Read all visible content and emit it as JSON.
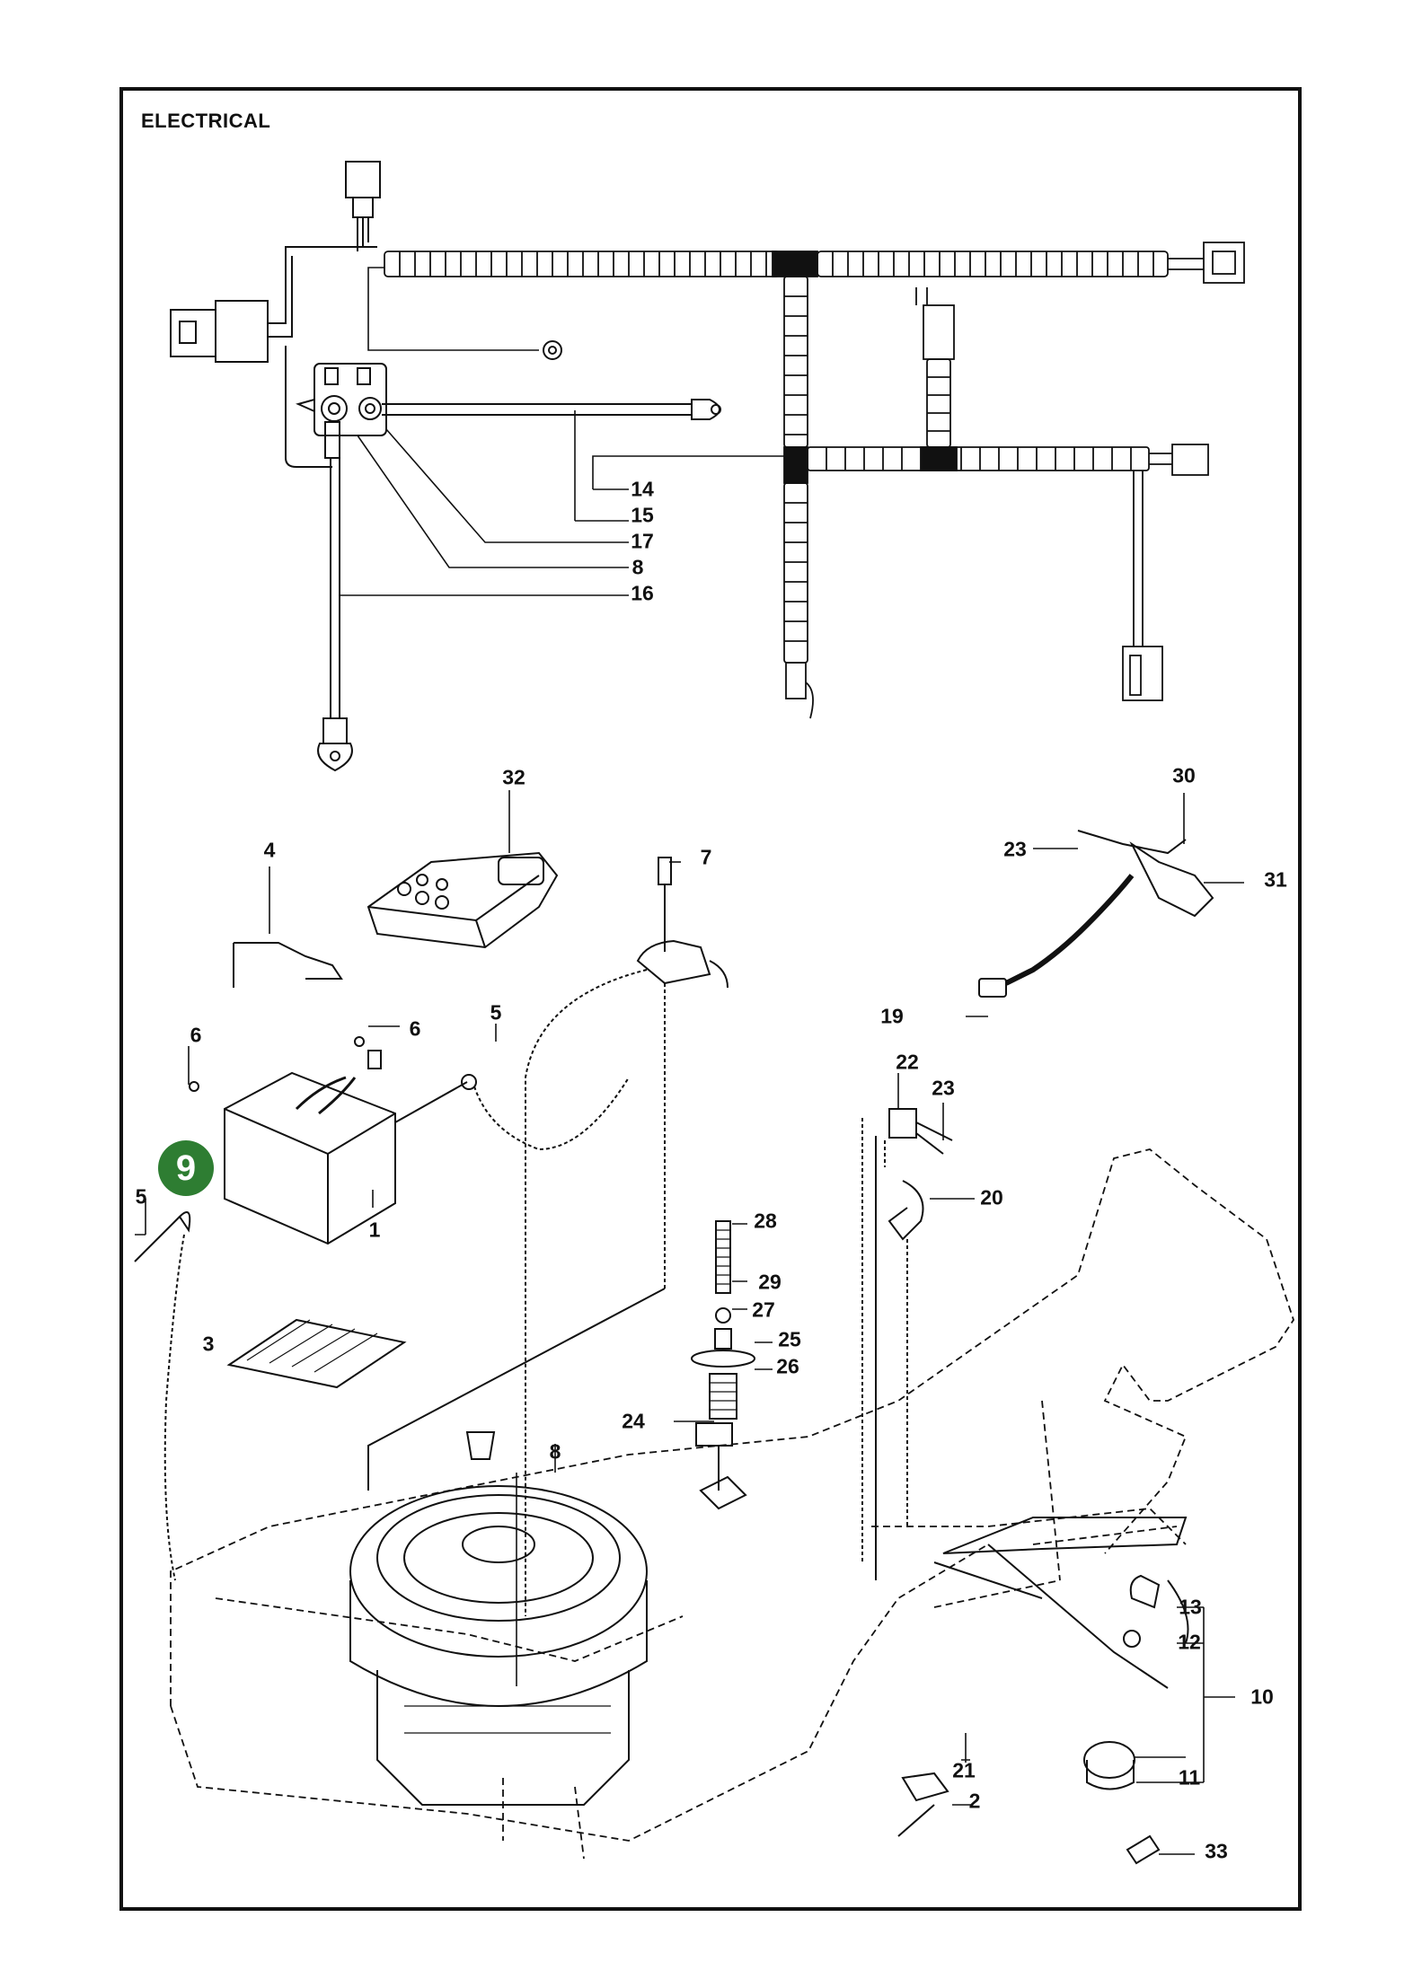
{
  "page": {
    "title": "ELECTRICAL",
    "highlight": {
      "label": "9",
      "color": "#2e7d32"
    }
  },
  "callouts": {
    "c1": "1",
    "c2": "2",
    "c3": "3",
    "c4": "4",
    "c5a": "5",
    "c5b": "5",
    "c6a": "6",
    "c6b": "6",
    "c7": "7",
    "c8a": "8",
    "c8b": "8",
    "c10": "10",
    "c11": "11",
    "c12": "12",
    "c13": "13",
    "c14": "14",
    "c15": "15",
    "c16": "16",
    "c17": "17",
    "c19": "19",
    "c20": "20",
    "c21": "21",
    "c22": "22",
    "c23a": "23",
    "c23b": "23",
    "c24": "24",
    "c25": "25",
    "c26": "26",
    "c27": "27",
    "c28": "28",
    "c29": "29",
    "c30": "30",
    "c31": "31",
    "c32": "32",
    "c33": "33"
  }
}
